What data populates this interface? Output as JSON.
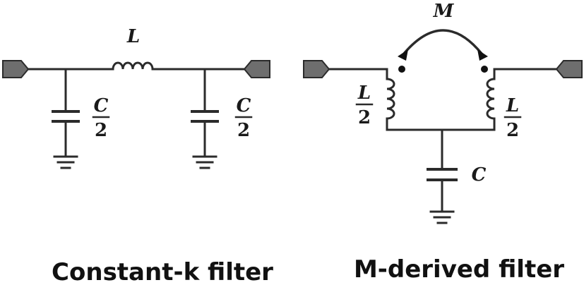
{
  "constant_k": {
    "label": "Constant-k filter",
    "series_inductor": "L",
    "shunt_cap_left": {
      "num": "C",
      "den": "2"
    },
    "shunt_cap_right": {
      "num": "C",
      "den": "2"
    }
  },
  "m_derived": {
    "label": "M-derived filter",
    "mutual": "M",
    "left_inductor": {
      "num": "L",
      "den": "2"
    },
    "right_inductor": {
      "num": "L",
      "den": "2"
    },
    "shunt_cap": "C"
  }
}
